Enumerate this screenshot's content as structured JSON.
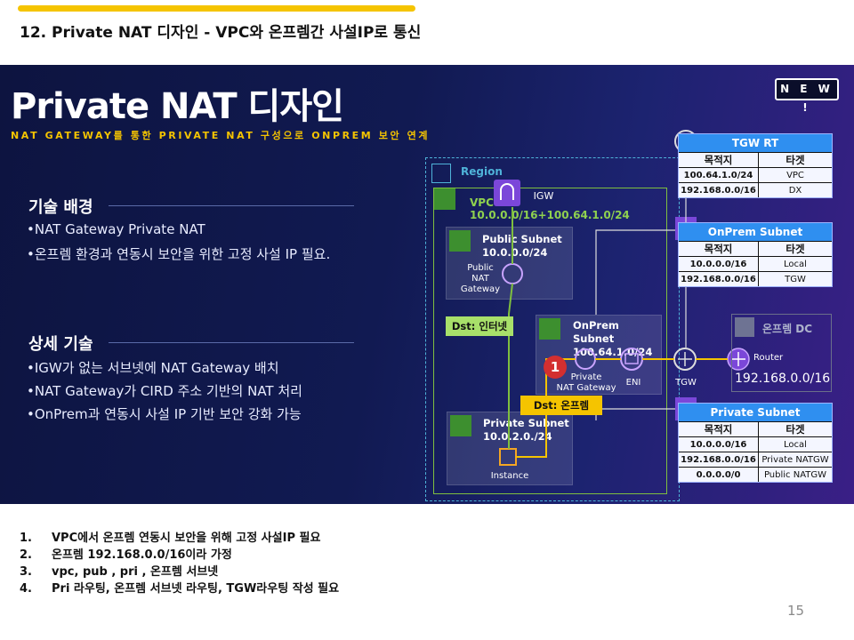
{
  "page": {
    "title": "12. Private NAT 디자인 - VPC와 온프렘간 사설IP로 통신",
    "page_number": "15"
  },
  "banner": {
    "title": "Private NAT 디자인",
    "subtitle": "NAT GATEWAY를 통한 PRIVATE NAT 구성으로 ONPREM 보안 연계",
    "badge": "N E W !",
    "sections": [
      {
        "title": "기술 배경",
        "bullets": [
          "•NAT Gateway Private NAT",
          "•온프렘 환경과 연동시 보안을 위한 고정 사설 IP 필요."
        ]
      },
      {
        "title": "상세 기술",
        "bullets": [
          "•IGW가 없는 서브넷에 NAT Gateway 배치",
          "•NAT Gateway가 CIRD 주소 기반의 NAT 처리",
          "•OnPrem과 연동시 사설 IP 기반 보안 강화 가능"
        ]
      }
    ]
  },
  "diagram": {
    "region_label": "Region",
    "vpc_label": [
      "VPC",
      "10.0.0.0/16+100.64.1.0/24"
    ],
    "igw_label": "IGW",
    "public_subnet": {
      "name": "Public Subnet",
      "cidr": "10.0.0.0/24",
      "nat_label": [
        "Public",
        "NAT",
        "Gateway"
      ]
    },
    "onprem_subnet": {
      "name": "OnPrem Subnet",
      "cidr": "100.64.1.0/24",
      "nat_label": [
        "Private",
        "NAT Gateway"
      ],
      "eni_label": "ENI"
    },
    "private_subnet": {
      "name": "Private Subnet",
      "cidr": "10.0.2.0./24",
      "instance_label": "Instance"
    },
    "dst_internet": "Dst: 인터넷",
    "dst_onprem": "Dst: 온프렘",
    "step_badge": "1",
    "tgw_label": "TGW",
    "dc": {
      "label": "온프렘 DC",
      "router_label": "Router",
      "router_ip": "192.168.0.0/16"
    },
    "route_tables": [
      {
        "title": "TGW RT",
        "header": [
          "목적지",
          "타겟"
        ],
        "rows": [
          [
            "100.64.1.0/24",
            "VPC"
          ],
          [
            "192.168.0.0/16",
            "DX"
          ]
        ]
      },
      {
        "title": "OnPrem Subnet",
        "header": [
          "목적지",
          "타겟"
        ],
        "rows": [
          [
            "10.0.0.0/16",
            "Local"
          ],
          [
            "192.168.0.0/16",
            "TGW"
          ]
        ]
      },
      {
        "title": "Private Subnet",
        "header": [
          "목적지",
          "타겟"
        ],
        "rows": [
          [
            "10.0.0.0/16",
            "Local"
          ],
          [
            "192.168.0.0/16",
            "Private NATGW"
          ],
          [
            "0.0.0.0/0",
            "Public NATGW"
          ]
        ]
      }
    ],
    "colors": {
      "accent": "#f5c400",
      "region": "#4fb3d9",
      "vpc": "#7fbf3f",
      "table_header": "#2f8ff0",
      "badge": "#d32f2f"
    }
  },
  "notes": [
    {
      "num": "1.",
      "text": "VPC에서 온프렘 연동시 보안을 위해 고정 사설IP 필요"
    },
    {
      "num": "2.",
      "text": "온프렘 192.168.0.0/16이라 가정"
    },
    {
      "num": "3.",
      "text": "vpc, pub , pri , 온프렘 서브넷"
    },
    {
      "num": "4.",
      "text": "Pri 라우팅, 온프렘 서브넷 라우팅, TGW라우팅 작성 필요"
    }
  ]
}
